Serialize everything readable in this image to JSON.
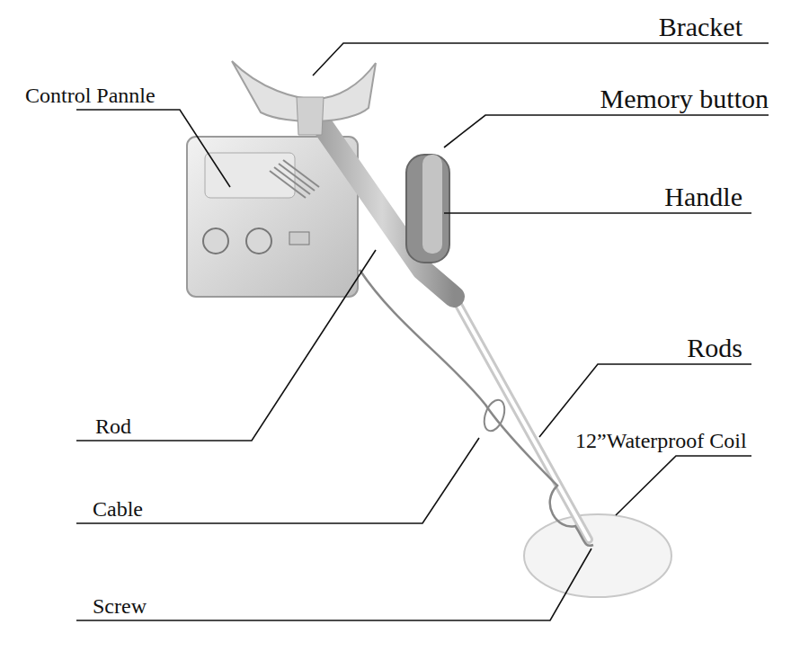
{
  "diagram": {
    "labels": [
      "Bracket",
      "Control Pannle",
      "Memory button",
      "Handle",
      "Rods",
      "Rod",
      "12”Waterproof Coil",
      "Cable",
      "Screw"
    ]
  }
}
